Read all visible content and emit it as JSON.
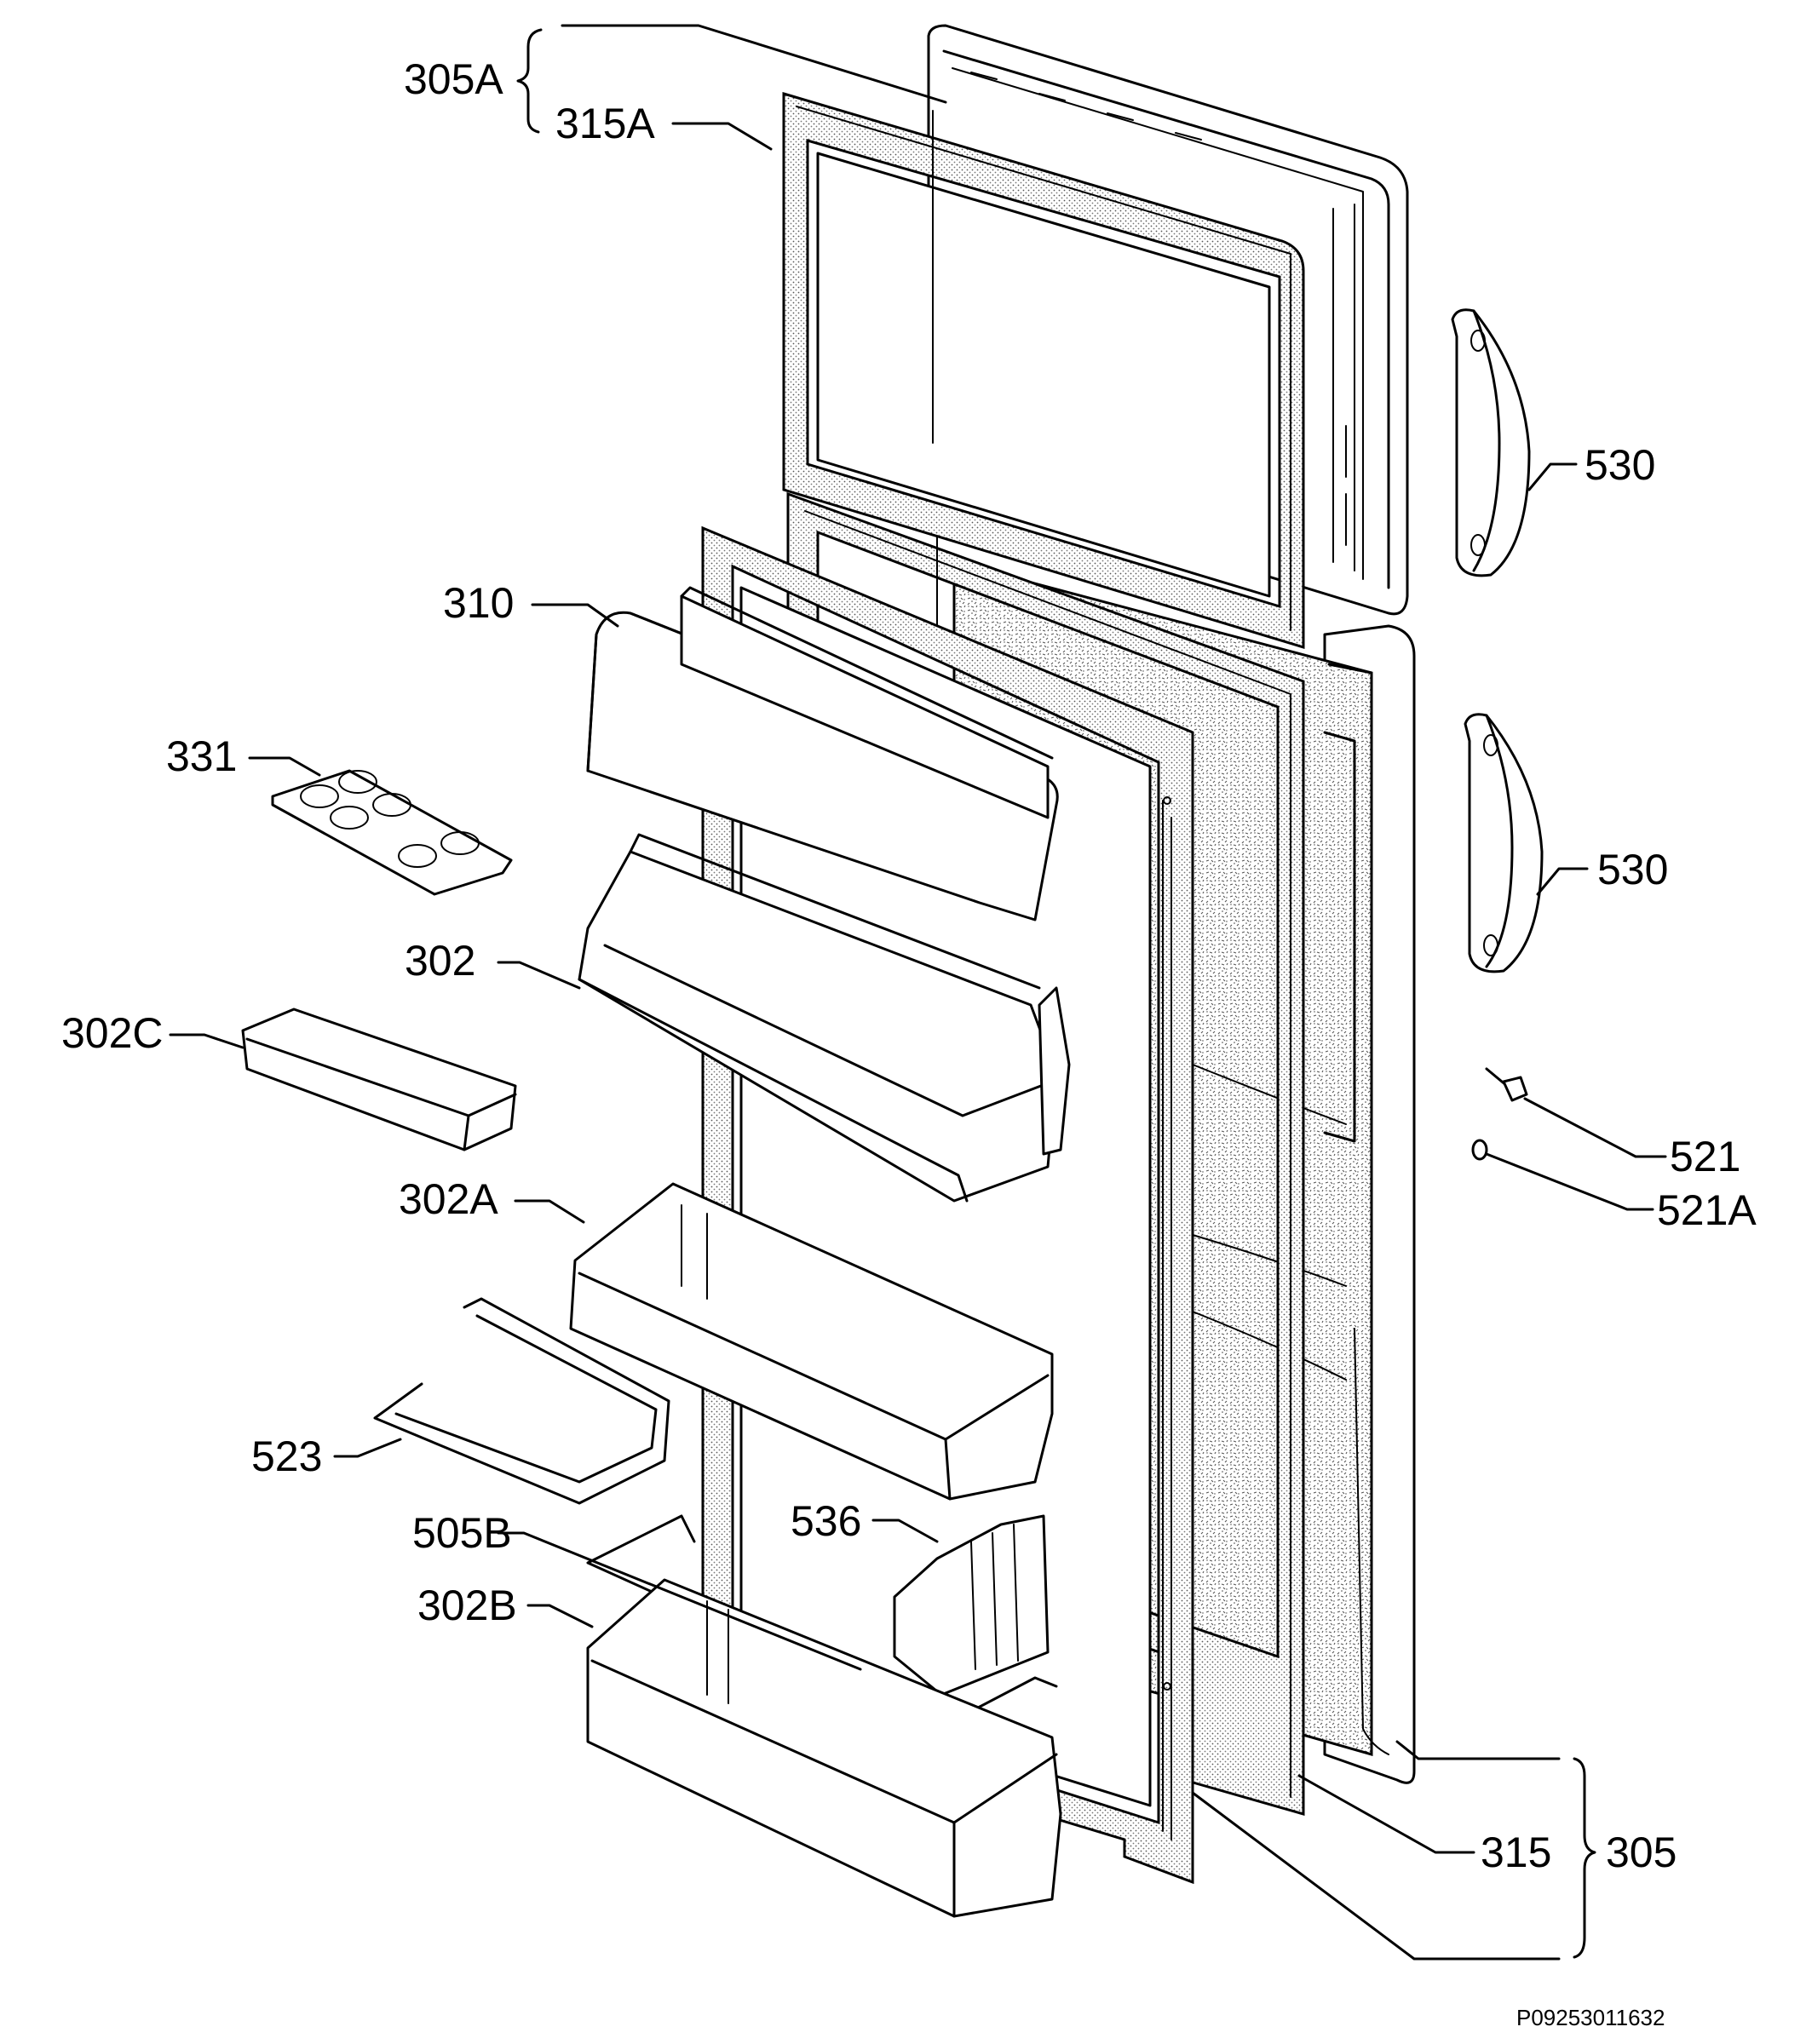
{
  "diagram": {
    "document_id": "P09253011632",
    "callouts": {
      "c305A": "305A",
      "c315A": "315A",
      "c530_top": "530",
      "c310": "310",
      "c331": "331",
      "c530_mid": "530",
      "c302": "302",
      "c302C": "302C",
      "c521": "521",
      "c302A": "302A",
      "c521A": "521A",
      "c523": "523",
      "c536": "536",
      "c505B": "505B",
      "c302B": "302B",
      "c315": "315",
      "c305": "305"
    }
  }
}
